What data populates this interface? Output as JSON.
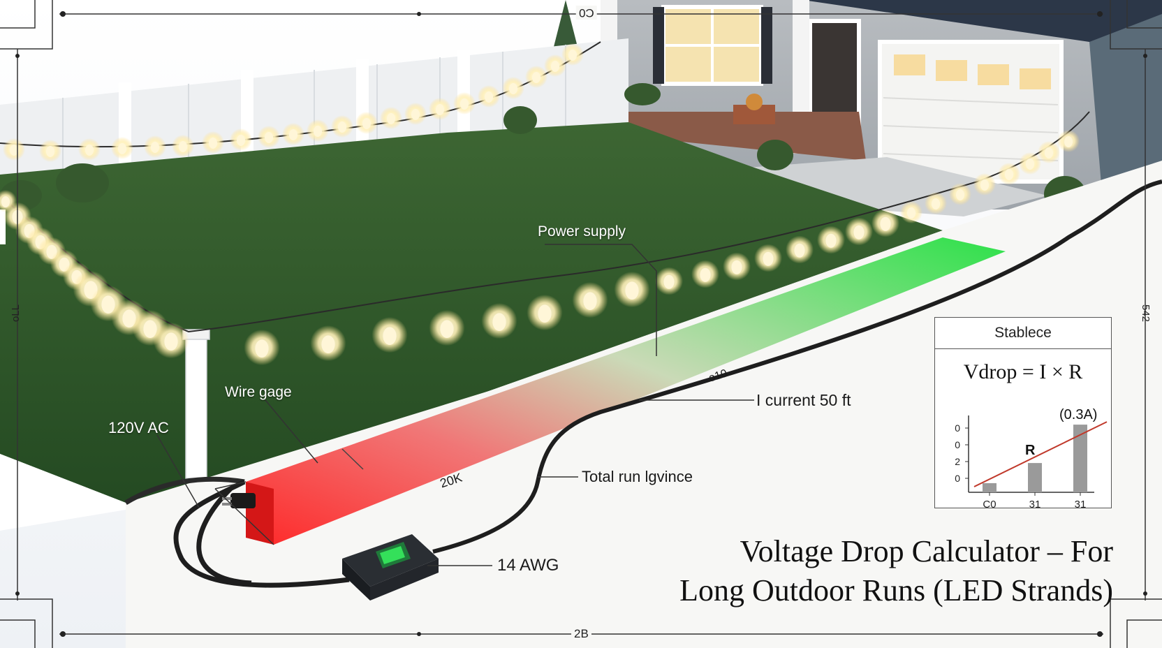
{
  "labels": {
    "power_supply": "Power supply",
    "wire_gage": "Wire gage",
    "source_voltage": "120V AC",
    "current_run": "I current 50 ft",
    "total_run": "Total run lgvince",
    "wire_size": "14 AWG",
    "ramp_mark_1": "20K",
    "ramp_mark_2": "o10"
  },
  "dimensions": {
    "top": "C0",
    "bottom": "2B",
    "left": "oLL",
    "right": "542"
  },
  "title": {
    "line1": "Voltage Drop Calculator – For",
    "line2": "Long Outdoor Runs (LED Strands)"
  },
  "panel": {
    "heading": "Stablece",
    "formula": "Vdrop = I × R",
    "annotation": "(0.3A)",
    "series_label": "R",
    "y_ticks": [
      "0",
      "2",
      "0",
      "0"
    ],
    "x_ticks": [
      "C0",
      "31",
      "31"
    ]
  },
  "chart_data": {
    "type": "bar",
    "categories": [
      "C0",
      "31",
      "31"
    ],
    "values": [
      0.5,
      1.6,
      3.7
    ],
    "ylim": [
      0,
      4.2
    ],
    "trend_line": true,
    "grid": false,
    "legend": "none"
  },
  "colors": {
    "grass": "#2f5a2a",
    "fence": "#eef0f2",
    "bulb_glow": "#fff3c8",
    "ramp_start": "#ff2a2a",
    "ramp_end": "#2ee04a",
    "trend_line": "#c0392b",
    "bar": "#9a9a9a"
  }
}
